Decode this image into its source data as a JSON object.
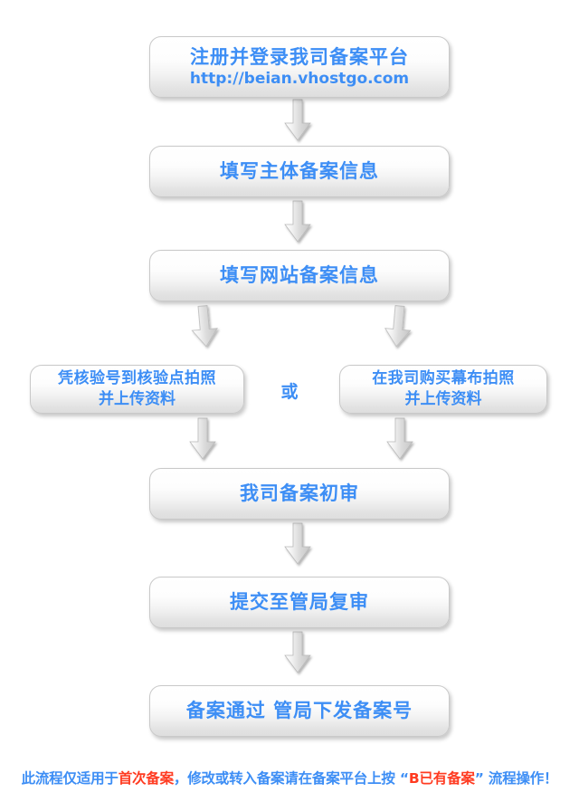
{
  "diagram": {
    "title": "ICP Filing (Beian) Process Flowchart",
    "accent_blue": "#3d8ef5",
    "accent_red": "#ff3b21",
    "background": "#ffffff",
    "nodes": [
      {
        "id": "register",
        "line1": "注册并登录我司备案平台",
        "line2": "http://beian.vhostgo.com"
      },
      {
        "id": "subject-info",
        "line1": "填写主体备案信息",
        "line2": ""
      },
      {
        "id": "site-info",
        "line1": "填写网站备案信息",
        "line2": ""
      },
      {
        "id": "verify-point-photo",
        "line1": "凭核验号到核验点拍照",
        "line2": "并上传资料"
      },
      {
        "id": "buy-backdrop-photo",
        "line1": "在我司购买幕布拍照",
        "line2": "并上传资料"
      },
      {
        "id": "first-review",
        "line1": "我司备案初审",
        "line2": ""
      },
      {
        "id": "submit-authority",
        "line1": "提交至管局复审",
        "line2": ""
      },
      {
        "id": "approved",
        "line1": "备案通过  管局下发备案号",
        "line2": ""
      }
    ],
    "branch_label": "或",
    "footer": {
      "part1": "此流程仅适用于",
      "highlight1": "首次备案",
      "part2": "，修改或转入备案请在备案平台上按 “",
      "highlight2": "B已有备案",
      "part3": "” 流程操作！"
    }
  }
}
